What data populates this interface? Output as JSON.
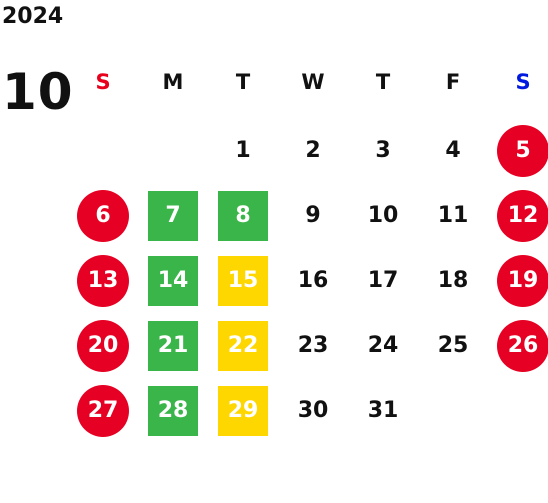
{
  "calendar": {
    "year": "2024",
    "month": "10",
    "colors": {
      "sunday_header": "#e8001c",
      "saturday_header": "#0019e0",
      "holiday_red": "#e60023",
      "green": "#3ab54a",
      "yellow": "#ffd700",
      "text": "#111111"
    },
    "weekdays": [
      {
        "label": "S",
        "color": "#e8001c"
      },
      {
        "label": "M",
        "color": "#111111"
      },
      {
        "label": "T",
        "color": "#111111"
      },
      {
        "label": "W",
        "color": "#111111"
      },
      {
        "label": "T",
        "color": "#111111"
      },
      {
        "label": "F",
        "color": "#111111"
      },
      {
        "label": "S",
        "color": "#0019e0"
      }
    ],
    "first_weekday_index": 2,
    "days": [
      {
        "day": "1"
      },
      {
        "day": "2"
      },
      {
        "day": "3"
      },
      {
        "day": "4"
      },
      {
        "day": "5",
        "style": "red-circle"
      },
      {
        "day": "6",
        "style": "red-circle"
      },
      {
        "day": "7",
        "style": "green-box"
      },
      {
        "day": "8",
        "style": "green-box"
      },
      {
        "day": "9"
      },
      {
        "day": "10"
      },
      {
        "day": "11"
      },
      {
        "day": "12",
        "style": "red-circle"
      },
      {
        "day": "13",
        "style": "red-circle"
      },
      {
        "day": "14",
        "style": "green-box"
      },
      {
        "day": "15",
        "style": "yellow-box"
      },
      {
        "day": "16"
      },
      {
        "day": "17"
      },
      {
        "day": "18"
      },
      {
        "day": "19",
        "style": "red-circle"
      },
      {
        "day": "20",
        "style": "red-circle"
      },
      {
        "day": "21",
        "style": "green-box"
      },
      {
        "day": "22",
        "style": "yellow-box"
      },
      {
        "day": "23"
      },
      {
        "day": "24"
      },
      {
        "day": "25"
      },
      {
        "day": "26",
        "style": "red-circle"
      },
      {
        "day": "27",
        "style": "red-circle"
      },
      {
        "day": "28",
        "style": "green-box"
      },
      {
        "day": "29",
        "style": "yellow-box"
      },
      {
        "day": "30"
      },
      {
        "day": "31"
      }
    ]
  }
}
